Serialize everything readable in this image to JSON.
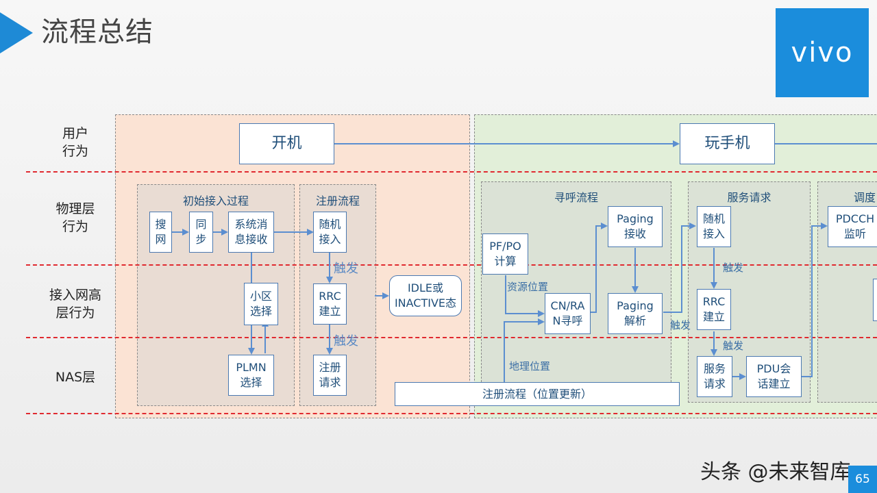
{
  "header": {
    "title": "流程总结"
  },
  "logo": {
    "text": "vivo"
  },
  "lanes": [
    "用户\n行为",
    "物理层\n行为",
    "接入网高\n层行为",
    "NAS层"
  ],
  "groups": {
    "initial_access": "初始接入过程",
    "registration": "注册流程",
    "paging": "寻呼流程",
    "service_request": "服务请求",
    "scheduling": "调度"
  },
  "nodes": {
    "power_on": "开机",
    "use_phone": "玩手机",
    "search_network": "搜\n网",
    "sync": "同\n步",
    "sysinfo_rx": "系统消\n息接收",
    "cell_select": "小区\n选择",
    "plmn_select": "PLMN\n选择",
    "random_access_1": "随机\n接入",
    "rrc_setup_1": "RRC\n建立",
    "reg_request": "注册\n请求",
    "idle_state": "IDLE或\nINACTIVE态",
    "pf_po": "PF/PO\n计算",
    "cn_ran_paging": "CN/RA\nN寻呼",
    "paging_rx": "Paging\n接收",
    "paging_parse": "Paging\n解析",
    "reg_update": "注册流程（位置更新）",
    "random_access_2": "随机\n接入",
    "rrc_setup_2": "RRC\n建立",
    "service_req": "服务\n请求",
    "pdu_setup": "PDU会\n话建立",
    "pdcch_monitor": "PDCCH\n监听"
  },
  "edge_labels": {
    "trigger_1": "触发",
    "trigger_2": "触发",
    "resource_pos": "资源位置",
    "geo_pos": "地理位置",
    "trigger_3": "触发",
    "trigger_4": "触发",
    "trigger_5": "触发"
  },
  "footer": {
    "watermark": "头条 @未来智库",
    "page": "65"
  },
  "colors": {
    "accent": "#1b8ddc",
    "phase1": "#fbe3d4",
    "phase2": "#e2efd9",
    "divider": "#e0292f"
  }
}
